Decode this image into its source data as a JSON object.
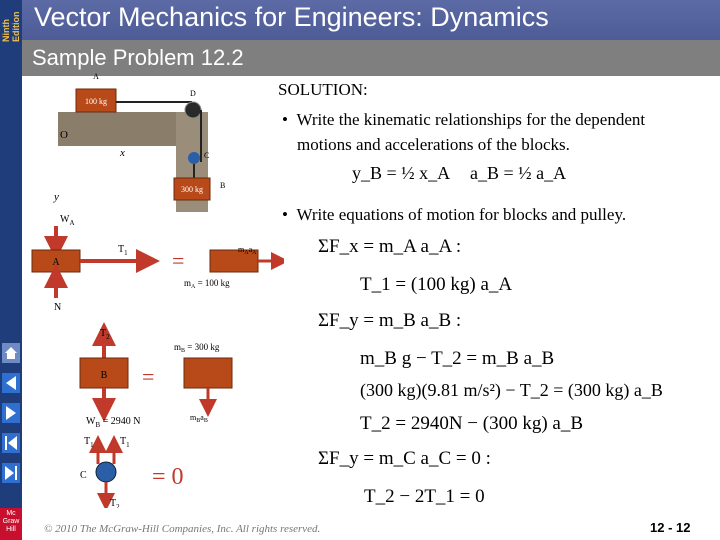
{
  "edition": {
    "line1": "Ninth",
    "line2": "Edition"
  },
  "title": "Vector Mechanics for Engineers: Dynamics",
  "subtitle": "Sample Problem 12.2",
  "figure": {
    "label_A": "A",
    "label_D": "D",
    "label_C": "C",
    "label_B": "B",
    "mass_A": "100 kg",
    "mass_B": "300 kg",
    "axis_x": "x",
    "axis_y": "y",
    "origin": "O",
    "fbd_A": {
      "W": "W",
      "W_sub": "A",
      "T": "T",
      "T_sub": "1",
      "N": "N",
      "block": "A",
      "kin": "m",
      "kin_sub": "A",
      "kin_a": "a",
      "kin_a_sub": "A",
      "mass_label": "m",
      "mass_label_sub": "A",
      "mass_value": " = 100 kg",
      "equals": "="
    },
    "fbd_B": {
      "T": "T",
      "T_sub": "2",
      "block": "B",
      "W": "W",
      "W_sub": "B",
      "W_value": " = 2940 N",
      "mass_label": "m",
      "mass_label_sub": "B",
      "mass_value": " = 300 kg",
      "kin": "m",
      "kin_sub": "B",
      "kin_a": "a",
      "kin_a_sub": "B",
      "equals": "="
    },
    "fbd_C": {
      "T1a": "T",
      "T1b": "T",
      "T_sub": "1",
      "T2": "T",
      "T2_sub": "2",
      "block": "C",
      "equals": "= 0"
    }
  },
  "solution": {
    "heading": "SOLUTION:",
    "bullet1_line1": "Write the kinematic relationships for the dependent",
    "bullet1_line2": "motions and accelerations of the blocks.",
    "bullet2": "Write equations of motion for blocks and pulley."
  },
  "equations": {
    "kin1": "y_B = ½ x_A",
    "kin2": "a_B = ½ a_A",
    "sumFx": "ΣF_x = m_A a_A :",
    "T1": "T_1 = (100 kg) a_A",
    "sumFyB": "ΣF_y = m_B a_B :",
    "B1": "m_B g − T_2 = m_B a_B",
    "B2": "(300 kg)(9.81 m/s²) − T_2 = (300 kg) a_B",
    "B3": "T_2 = 2940N − (300 kg) a_B",
    "sumFyC": "ΣF_y = m_C a_C = 0 :",
    "C1": "T_2 − 2T_1 = 0"
  },
  "footer": "© 2010 The McGraw-Hill Companies, Inc. All rights reserved.",
  "page": "12 - 12",
  "logo": {
    "l1": "Mc",
    "l2": "Graw",
    "l3": "Hill"
  },
  "colors": {
    "header": "#4d5b97",
    "subheader": "#7f7f7f",
    "sidebar": "#1f3d7a",
    "block": "#b84a1a",
    "arrow": "#c0392b",
    "accent": "#f2c14e"
  }
}
